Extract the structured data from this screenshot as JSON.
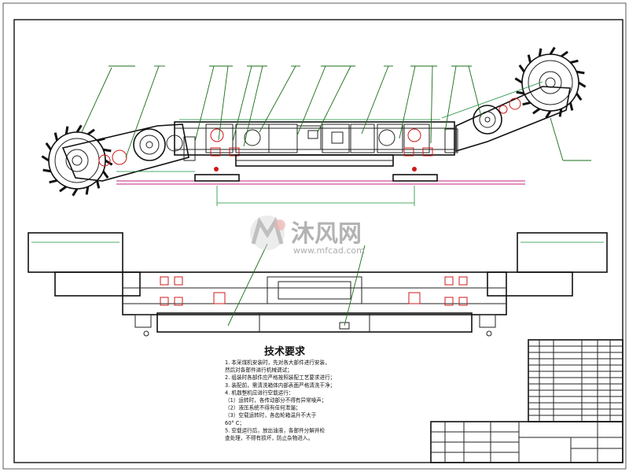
{
  "watermark": {
    "brand_cn": "沐风网",
    "url": "www.mfcad.com"
  },
  "technical_requirements": {
    "title": "技术要求",
    "lines": [
      "1. 本采煤机安装时，先对各大部件进行安装，",
      "   然后对各部件进行机械调试；",
      "2. 组装时各部件应严格按照装配工艺要求进行；",
      "3. 装配前，需清洗箱体内部表面严格清洗干净；",
      "4. 机器整机应进行空载运行：",
      "   （1）运转时，各传动部分不得有异常噪声；",
      "   （2）液压系统不得有任何泄漏；",
      "   （3）空载运转时，各齿轮箱温升不大于",
      "        60° C；",
      "5. 空载运行后，放出油液，各部件分解并检",
      "   查处理，不得有损坏，防止杂物进入。"
    ]
  },
  "colors": {
    "lines": "#222222",
    "leaders": "#1a6e1a",
    "dimensions": "#1a8f3a",
    "highlights": "#d01818",
    "track": "#c02080",
    "watermark": "#9a9a9a"
  }
}
